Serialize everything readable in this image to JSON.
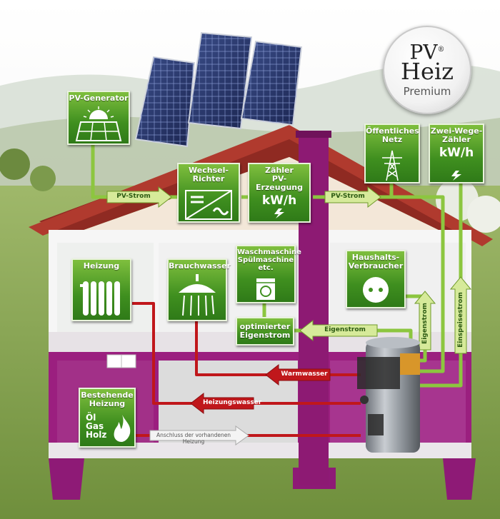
{
  "logo": {
    "line1": "PV",
    "line2": "Heiz",
    "line3": "Premium",
    "mark": "®"
  },
  "nodes": {
    "pv_generator": "PV-Generator",
    "wechselrichter": "Wechsel-\nRichter",
    "zaehler_pv": "Zähler\nPV-Erzeugung",
    "zaehler_pv_unit": "kW/h",
    "netz": "Öffentliches\nNetz",
    "zwei_wege": "Zwei-Wege-\nZähler",
    "zwei_wege_unit": "kW/h",
    "heizung": "Heizung",
    "brauchwasser": "Brauchwasser",
    "waschmaschine": "Waschmaschine\nSpülmaschine\netc.",
    "optimierter": "optimierter\nEigenstrom",
    "haushalt": "Haushalts-\nVerbraucher",
    "bestehende": "Bestehende\nHeizung",
    "fuels": [
      "Öl",
      "Gas",
      "Holz"
    ]
  },
  "flows": {
    "pv_strom_1": "PV-Strom",
    "pv_strom_2": "PV-Strom",
    "eigenstrom_h": "Eigenstrom",
    "eigenstrom_v": "Eigenstrom",
    "einspeisestrom": "Einspeisestrom",
    "warmwasser": "Warmwasser",
    "heizungswasser": "Heizungswasser",
    "anschluss": "Anschluss der vorhandenen Heizung"
  },
  "colors": {
    "green_box": "#3f8f1f",
    "green_line": "#8cc63f",
    "red_line": "#c0171b",
    "purple": "#9b1f7f",
    "roof": "#b03a2e"
  },
  "icons": [
    "sun-panel-icon",
    "inverter-icon",
    "pylon-icon",
    "meter-icon",
    "radiator-icon",
    "shower-icon",
    "washing-machine-icon",
    "socket-icon",
    "flame-icon"
  ]
}
